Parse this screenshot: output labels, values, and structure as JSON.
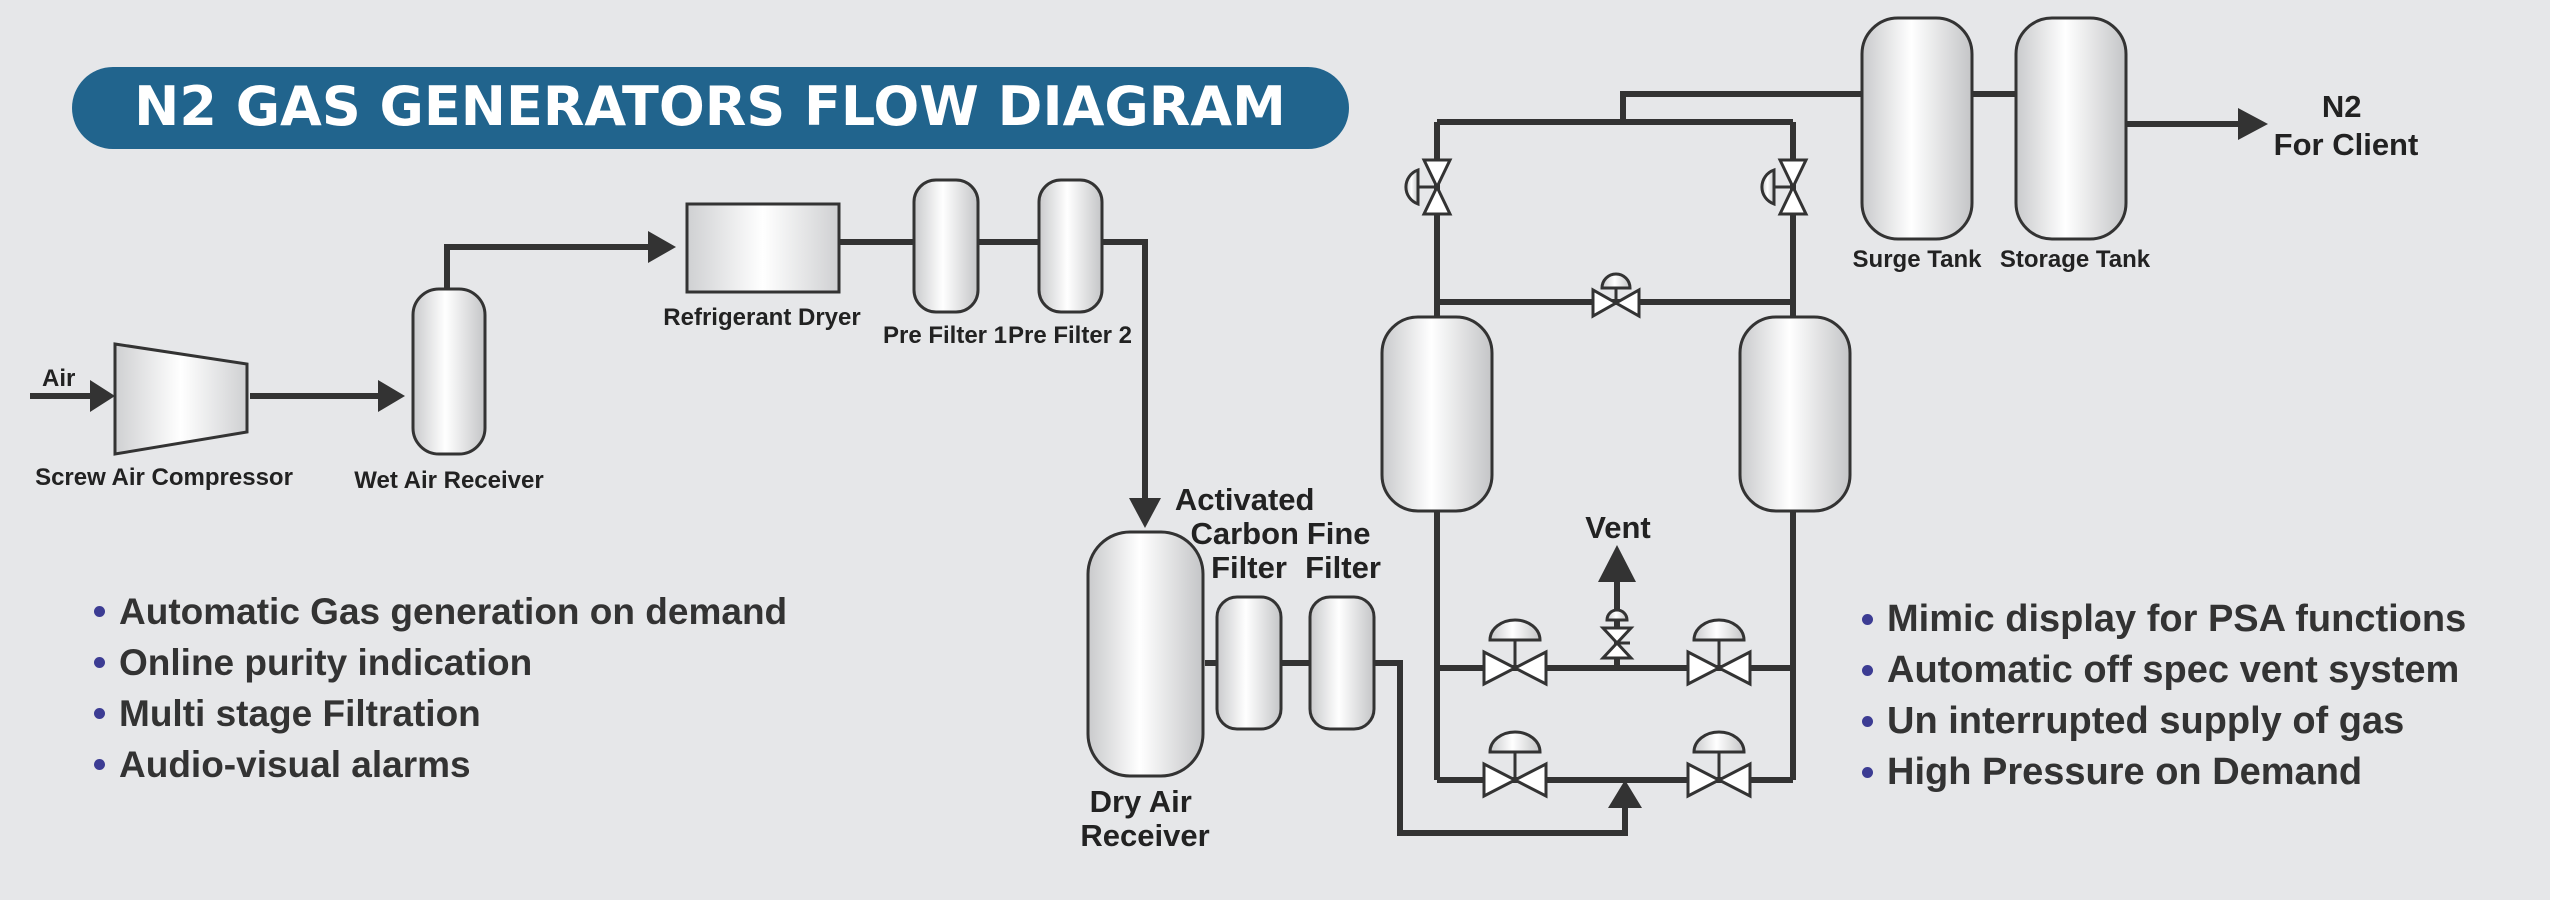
{
  "title": "N2 GAS GENERATORS FLOW DIAGRAM",
  "colors": {
    "title_banner": "#21648d",
    "bullet": "#3c3c93",
    "pipe": "#333333",
    "background": "#e6e7e9"
  },
  "labels": {
    "air_in": "Air",
    "screw_air_compressor": "Screw Air Compressor",
    "wet_air_receiver": "Wet Air Receiver",
    "refrigerant_dryer": "Refrigerant Dryer",
    "pre_filter_1": "Pre Filter 1",
    "pre_filter_2": "Pre Filter 2",
    "activated_carbon_filter": [
      "Activated",
      "Carbon",
      "Filter"
    ],
    "fine_filter": [
      "Fine",
      "Filter"
    ],
    "dry_air_receiver": [
      "Dry Air",
      "Receiver"
    ],
    "vent": "Vent",
    "surge_tank": "Surge Tank",
    "storage_tank": "Storage Tank",
    "n2_for_client": [
      "N2",
      "For Client"
    ]
  },
  "features_left": [
    "Automatic Gas generation on demand",
    "Online purity indication",
    "Multi stage Filtration",
    "Audio-visual alarms"
  ],
  "features_right": [
    "Mimic display for PSA functions",
    "Automatic off spec vent system",
    "Un interrupted supply of gas",
    "High Pressure on Demand"
  ]
}
